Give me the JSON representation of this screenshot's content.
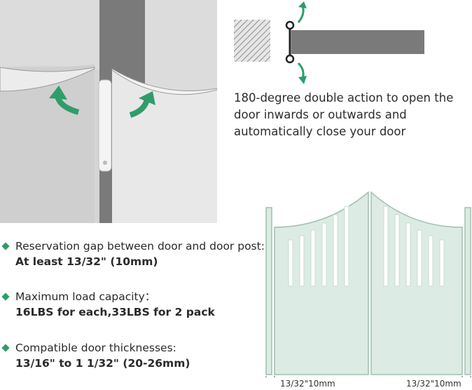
{
  "hinge_description": "180-degree double action to open the door inwards or outwards and automatically close your door",
  "features": [
    {
      "label": "Reservation gap between door and door post: ",
      "value": "At least 13/32\" (10mm)"
    },
    {
      "label": "Maximum load capacity：",
      "value": "16LBS for each,33LBS for 2 pack"
    },
    {
      "label": "Compatible door thicknesses:",
      "value": "13/16\" to 1 1/32\" (20-26mm)"
    }
  ],
  "gap_labels": {
    "left": "13/32\"10mm",
    "right": "13/32\"10mm"
  },
  "colors": {
    "accent": "#2f9d6b",
    "door": "#dcebe3",
    "door_edge": "#9fbfb0",
    "post": "#7a7a7a"
  }
}
